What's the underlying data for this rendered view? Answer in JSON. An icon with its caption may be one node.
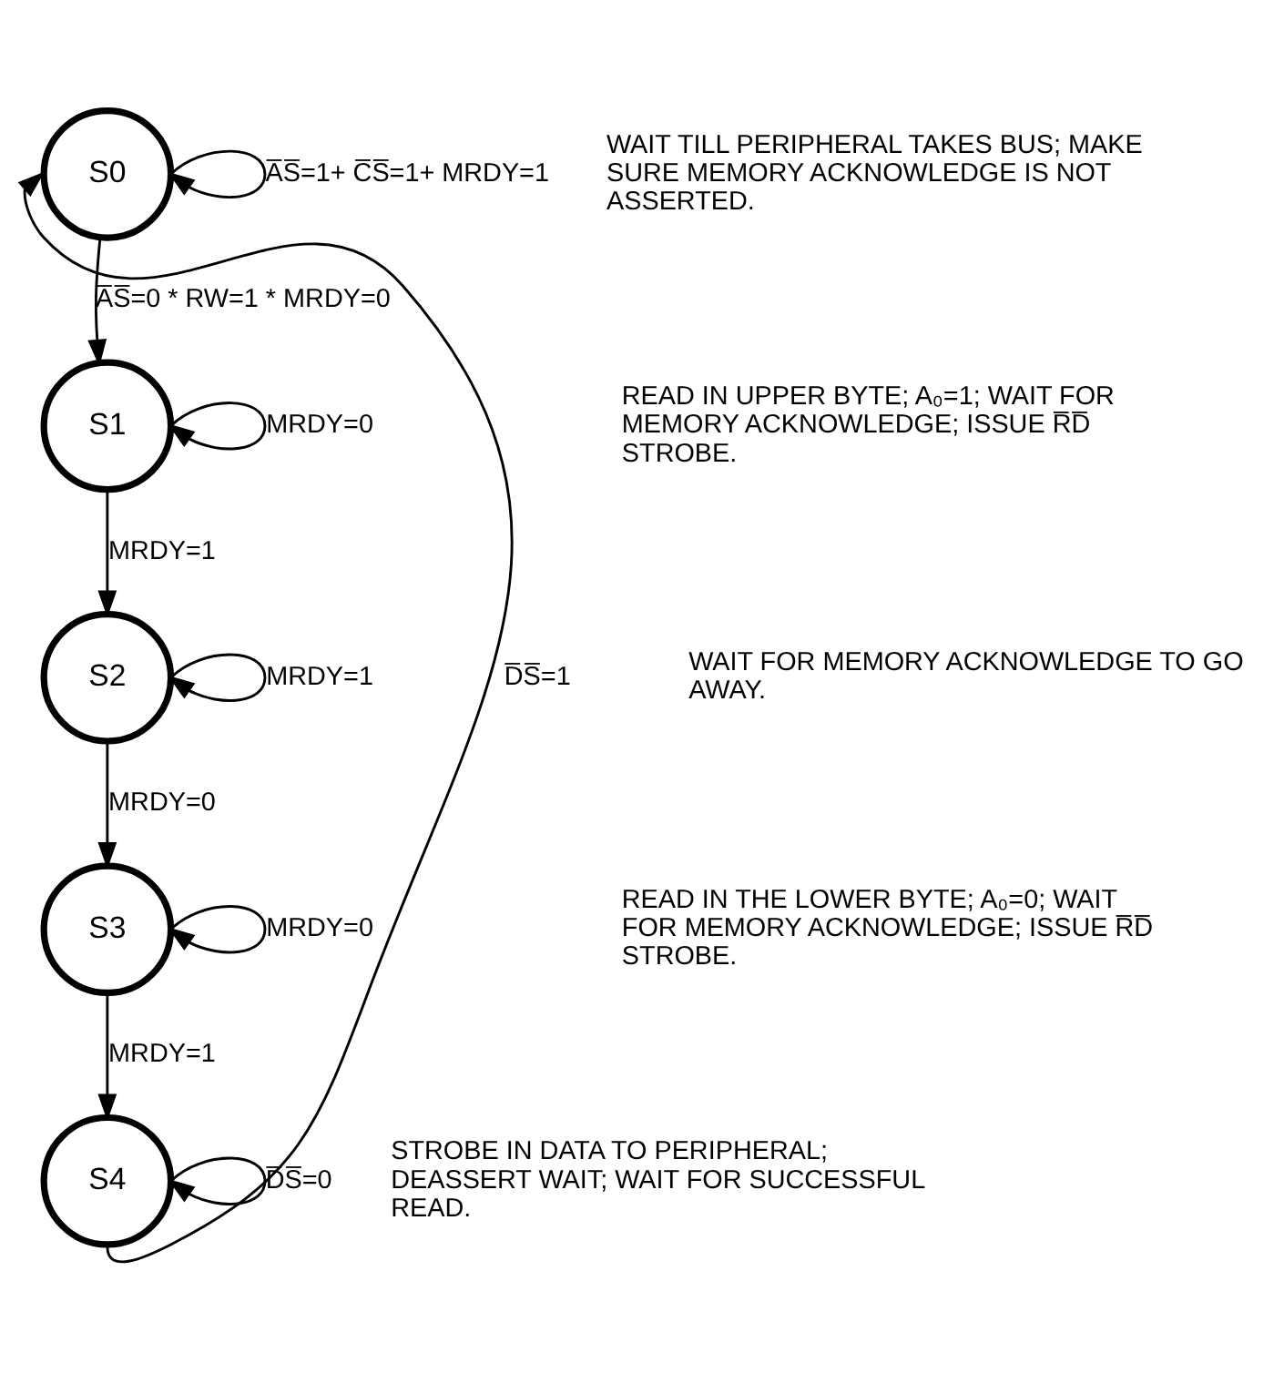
{
  "diagram": {
    "nodes": [
      {
        "text": [
          "S0"
        ]
      },
      {
        "text": [
          "S1"
        ]
      },
      {
        "text": [
          "S2"
        ]
      },
      {
        "text": [
          "S3"
        ]
      },
      {
        "text": [
          "S4"
        ]
      }
    ],
    "edges": [
      {
        "from": 0,
        "to": 0,
        "arrow": "to",
        "label": "A̅S̅=1+ C̅S̅=1+ MRDY=1"
      },
      {
        "from": 0,
        "to": 1,
        "arrow": "to",
        "label": "A̅S̅=0 * RW=1 * MRDY=0"
      },
      {
        "from": 1,
        "to": 1,
        "arrow": "to",
        "label": "MRDY=0"
      },
      {
        "from": 1,
        "to": 2,
        "arrow": "to",
        "label": "MRDY=1"
      },
      {
        "from": 2,
        "to": 2,
        "arrow": "to",
        "label": "MRDY=1"
      },
      {
        "from": 2,
        "to": 3,
        "arrow": "to",
        "label": "MRDY=0"
      },
      {
        "from": 3,
        "to": 3,
        "arrow": "to",
        "label": "MRDY=0"
      },
      {
        "from": 3,
        "to": 4,
        "arrow": "to",
        "label": "MRDY=1"
      },
      {
        "from": 4,
        "to": 4,
        "arrow": "to",
        "label": "D̅S̅=0"
      },
      {
        "from": 4,
        "to": 0,
        "arrow": "to",
        "label": "D̅S̅=1"
      }
    ],
    "labels": [
      "WAIT TILL PERIPHERAL TAKES BUS; MAKE SURE MEMORY ACKNOWLEDGE IS NOT ASSERTED.",
      "READ IN UPPER BYTE; A₀=1; WAIT FOR MEMORY ACKNOWLEDGE; ISSUE R̅D̅ STROBE.",
      "WAIT FOR MEMORY ACKNOWLEDGE TO GO AWAY.",
      "READ IN THE LOWER BYTE; A₀=0; WAIT FOR MEMORY ACKNOWLEDGE; ISSUE R̅D̅ STROBE.",
      "STROBE IN DATA TO PERIPHERAL; DEASSERT WAIT; WAIT FOR SUCCESSFUL READ."
    ]
  }
}
